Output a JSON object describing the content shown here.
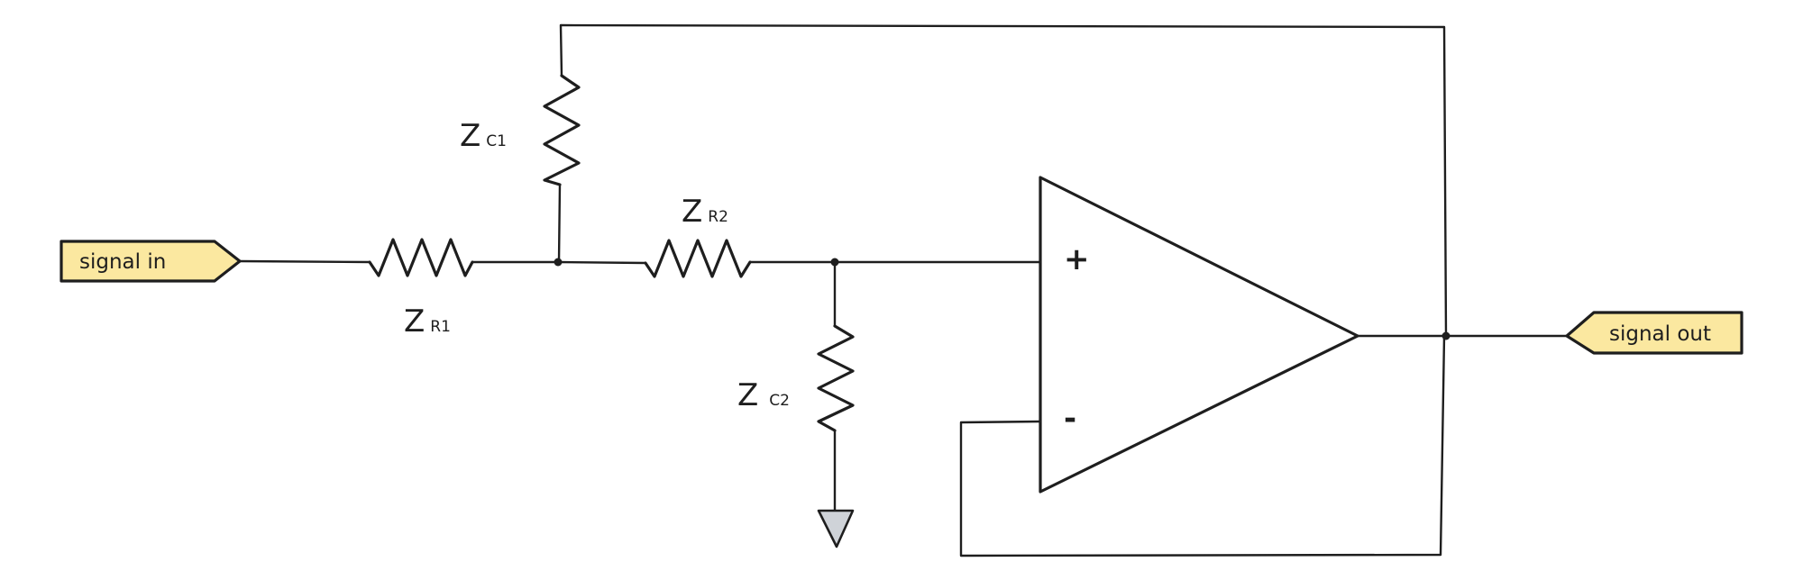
{
  "labels": {
    "signal_in": "signal in",
    "signal_out": "signal out",
    "plus": "+",
    "minus": "-"
  },
  "components": {
    "zr1": {
      "main": "Z",
      "sub": "R1"
    },
    "zr2": {
      "main": "Z",
      "sub": "R2"
    },
    "zc1": {
      "main": "Z",
      "sub": "C1"
    },
    "zc2": {
      "main": "Z",
      "sub": "C2"
    }
  },
  "colors": {
    "stroke": "#1e1e1e",
    "tag_fill": "#fbe8a0",
    "ground_fill": "#cfd3d8"
  }
}
